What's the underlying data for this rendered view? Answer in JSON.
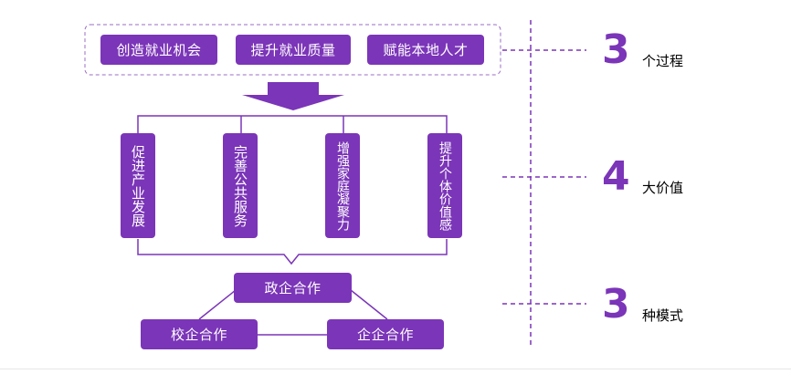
{
  "processes": [
    "创造就业机会",
    "提升就业质量",
    "赋能本地人才"
  ],
  "values": [
    "促进产业发展",
    "完善公共服务",
    "增强家庭凝聚力",
    "提升个体价值感"
  ],
  "modes": {
    "top": "政企合作",
    "left": "校企合作",
    "right": "企企合作"
  },
  "labels": [
    {
      "number": "3",
      "suffix": "个过程"
    },
    {
      "number": "4",
      "suffix": "大价值"
    },
    {
      "number": "3",
      "suffix": "种模式"
    }
  ],
  "colors": {
    "accent": "#7b35b8",
    "dashed_border": "#9a6cc4"
  }
}
